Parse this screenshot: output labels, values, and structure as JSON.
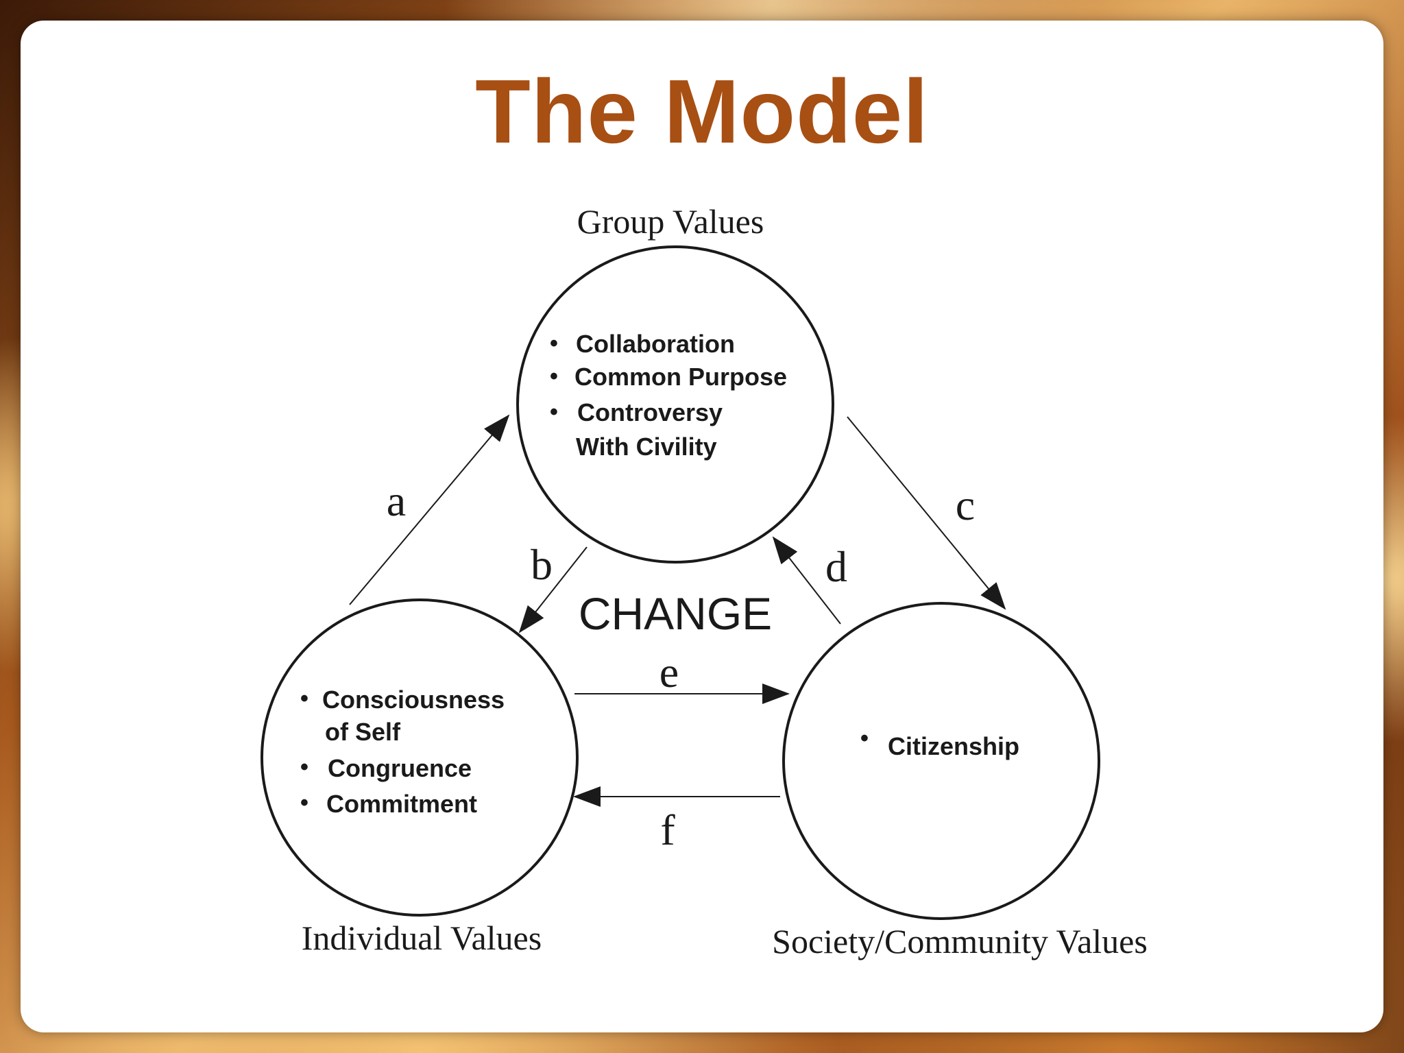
{
  "slide": {
    "title": "The Model"
  },
  "diagram": {
    "center_label": "CHANGE",
    "nodes": {
      "group": {
        "label": "Group Values",
        "items": [
          "Collaboration",
          "Common Purpose",
          "Controversy",
          "With Civility"
        ]
      },
      "individual": {
        "label": "Individual Values",
        "items": [
          "Consciousness",
          "of Self",
          "Congruence",
          "Commitment"
        ]
      },
      "society": {
        "label": "Society/Community Values",
        "items": [
          "Citizenship"
        ]
      }
    },
    "arrows": {
      "a": "a",
      "b": "b",
      "c": "c",
      "d": "d",
      "e": "e",
      "f": "f"
    },
    "colors": {
      "title": "#a84f13",
      "ink": "#1a1a1a"
    }
  }
}
